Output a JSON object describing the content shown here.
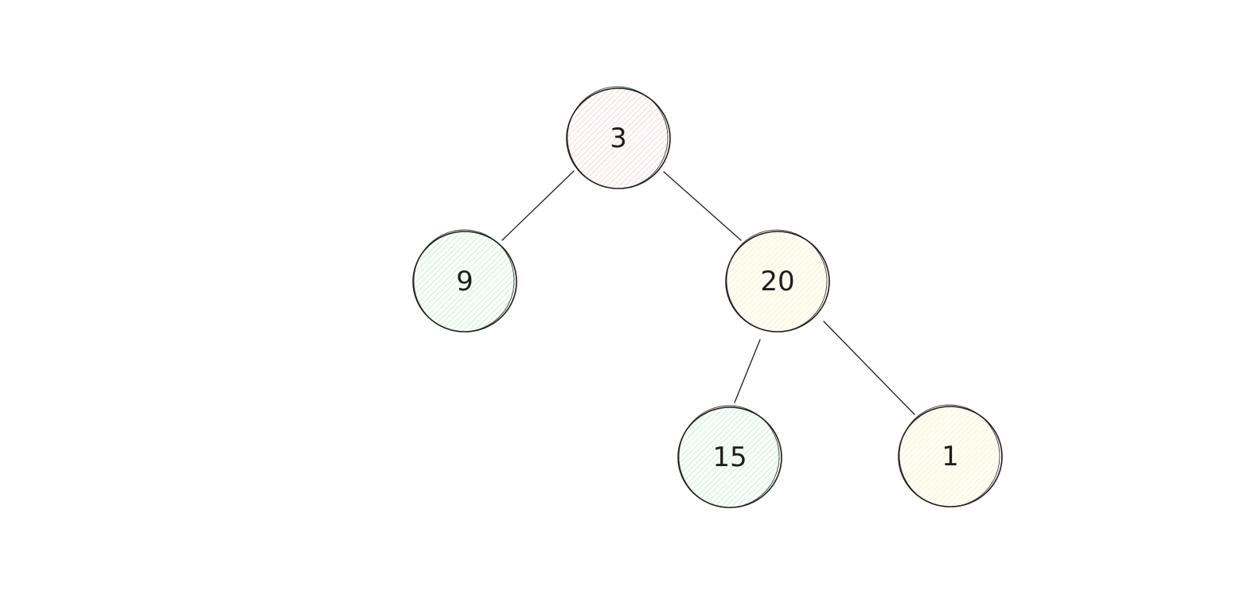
{
  "diagram": {
    "type": "binary-tree",
    "colors": {
      "red": "#ffc9c9",
      "green": "#b2f2bb",
      "yellow": "#ffec99",
      "stroke": "#1e1e1e"
    },
    "nodes": [
      {
        "id": "n3",
        "label": "3",
        "color": "red"
      },
      {
        "id": "n9",
        "label": "9",
        "color": "green"
      },
      {
        "id": "n20",
        "label": "20",
        "color": "yellow"
      },
      {
        "id": "n15",
        "label": "15",
        "color": "green"
      },
      {
        "id": "n1",
        "label": "1",
        "color": "yellow"
      }
    ],
    "edges": [
      {
        "from": "n3",
        "to": "n9"
      },
      {
        "from": "n3",
        "to": "n20"
      },
      {
        "from": "n20",
        "to": "n15"
      },
      {
        "from": "n20",
        "to": "n1"
      }
    ]
  }
}
